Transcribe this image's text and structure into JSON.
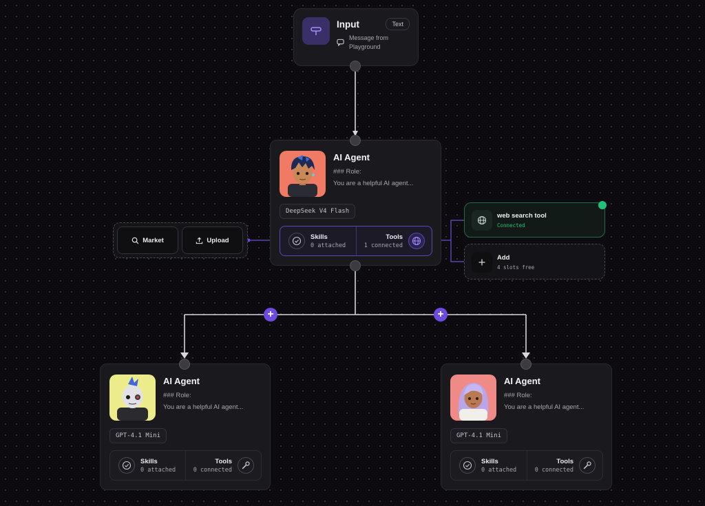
{
  "input_node": {
    "title": "Input",
    "badge": "Text",
    "line1": "Message from",
    "line2": "Playground",
    "icon": "input-icon"
  },
  "main_agent": {
    "title": "AI Agent",
    "role_label": "### Role:",
    "role_desc": "You are a helpful AI agent...",
    "model": "DeepSeek V4 Flash",
    "skills_label": "Skills",
    "skills_count": "0 attached",
    "tools_label": "Tools",
    "tools_count": "1 connected",
    "avatar_bg": "#f07a63"
  },
  "market_panel": {
    "market_label": "Market",
    "upload_label": "Upload"
  },
  "tools": {
    "connected": {
      "name": "web search tool",
      "status": "Connected",
      "status_color": "#22c07a"
    },
    "add": {
      "name": "Add",
      "slots": "4 slots free"
    }
  },
  "child_agents": [
    {
      "title": "AI Agent",
      "role_label": "### Role:",
      "role_desc": "You are a helpful AI agent...",
      "model": "GPT-4.1 Mini",
      "skills_label": "Skills",
      "skills_count": "0 attached",
      "tools_label": "Tools",
      "tools_count": "0 connected",
      "avatar_bg": "#ecec8a"
    },
    {
      "title": "AI Agent",
      "role_label": "### Role:",
      "role_desc": "You are a helpful AI agent...",
      "model": "GPT-4.1 Mini",
      "skills_label": "Skills",
      "skills_count": "0 attached",
      "tools_label": "Tools",
      "tools_count": "0 connected",
      "avatar_bg": "#f08a86"
    }
  ],
  "colors": {
    "accent": "#6e4be0",
    "edge": "#d8d6dc",
    "edge_accent": "#5a44b0"
  }
}
